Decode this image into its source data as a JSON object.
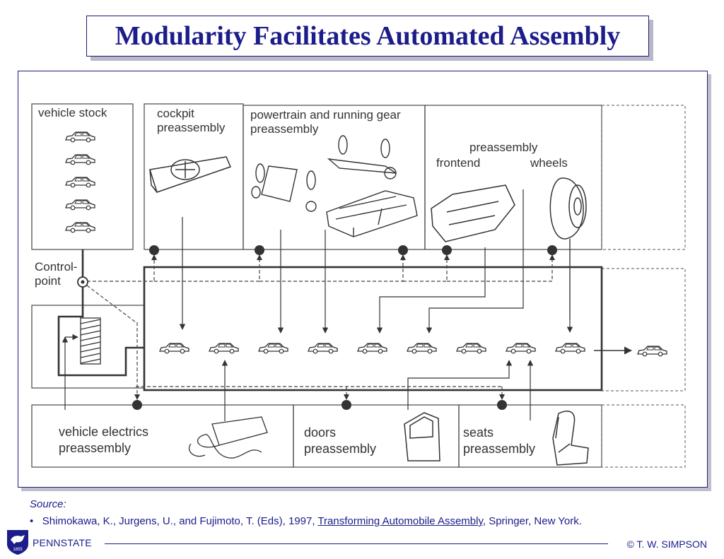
{
  "title": "Modularity Facilitates Automated Assembly",
  "diagram": {
    "labels": {
      "vehicle_stock": "vehicle stock",
      "cockpit_1": "cockpit",
      "cockpit_2": "preassembly",
      "powertrain_1": "powertrain and running gear",
      "powertrain_2": "preassembly",
      "preassembly": "preassembly",
      "frontend": "frontend",
      "wheels": "wheels",
      "control_1": "Control-",
      "control_2": "point",
      "electrics_1": "vehicle electrics",
      "electrics_2": "preassembly",
      "doors_1": "doors",
      "doors_2": "preassembly",
      "seats_1": "seats",
      "seats_2": "preassembly"
    }
  },
  "source": {
    "label": "Source:",
    "bullet": "•",
    "authors": "Shimokawa, K., Jurgens, U., and Fujimoto, T. (Eds), 1997,",
    "book_title": "Transforming Automobile Assembly",
    "publisher": ", Springer, New York."
  },
  "footer": {
    "brand": "PENNSTATE",
    "copyright": "© T. W. SIMPSON",
    "logo_year": "1855"
  }
}
